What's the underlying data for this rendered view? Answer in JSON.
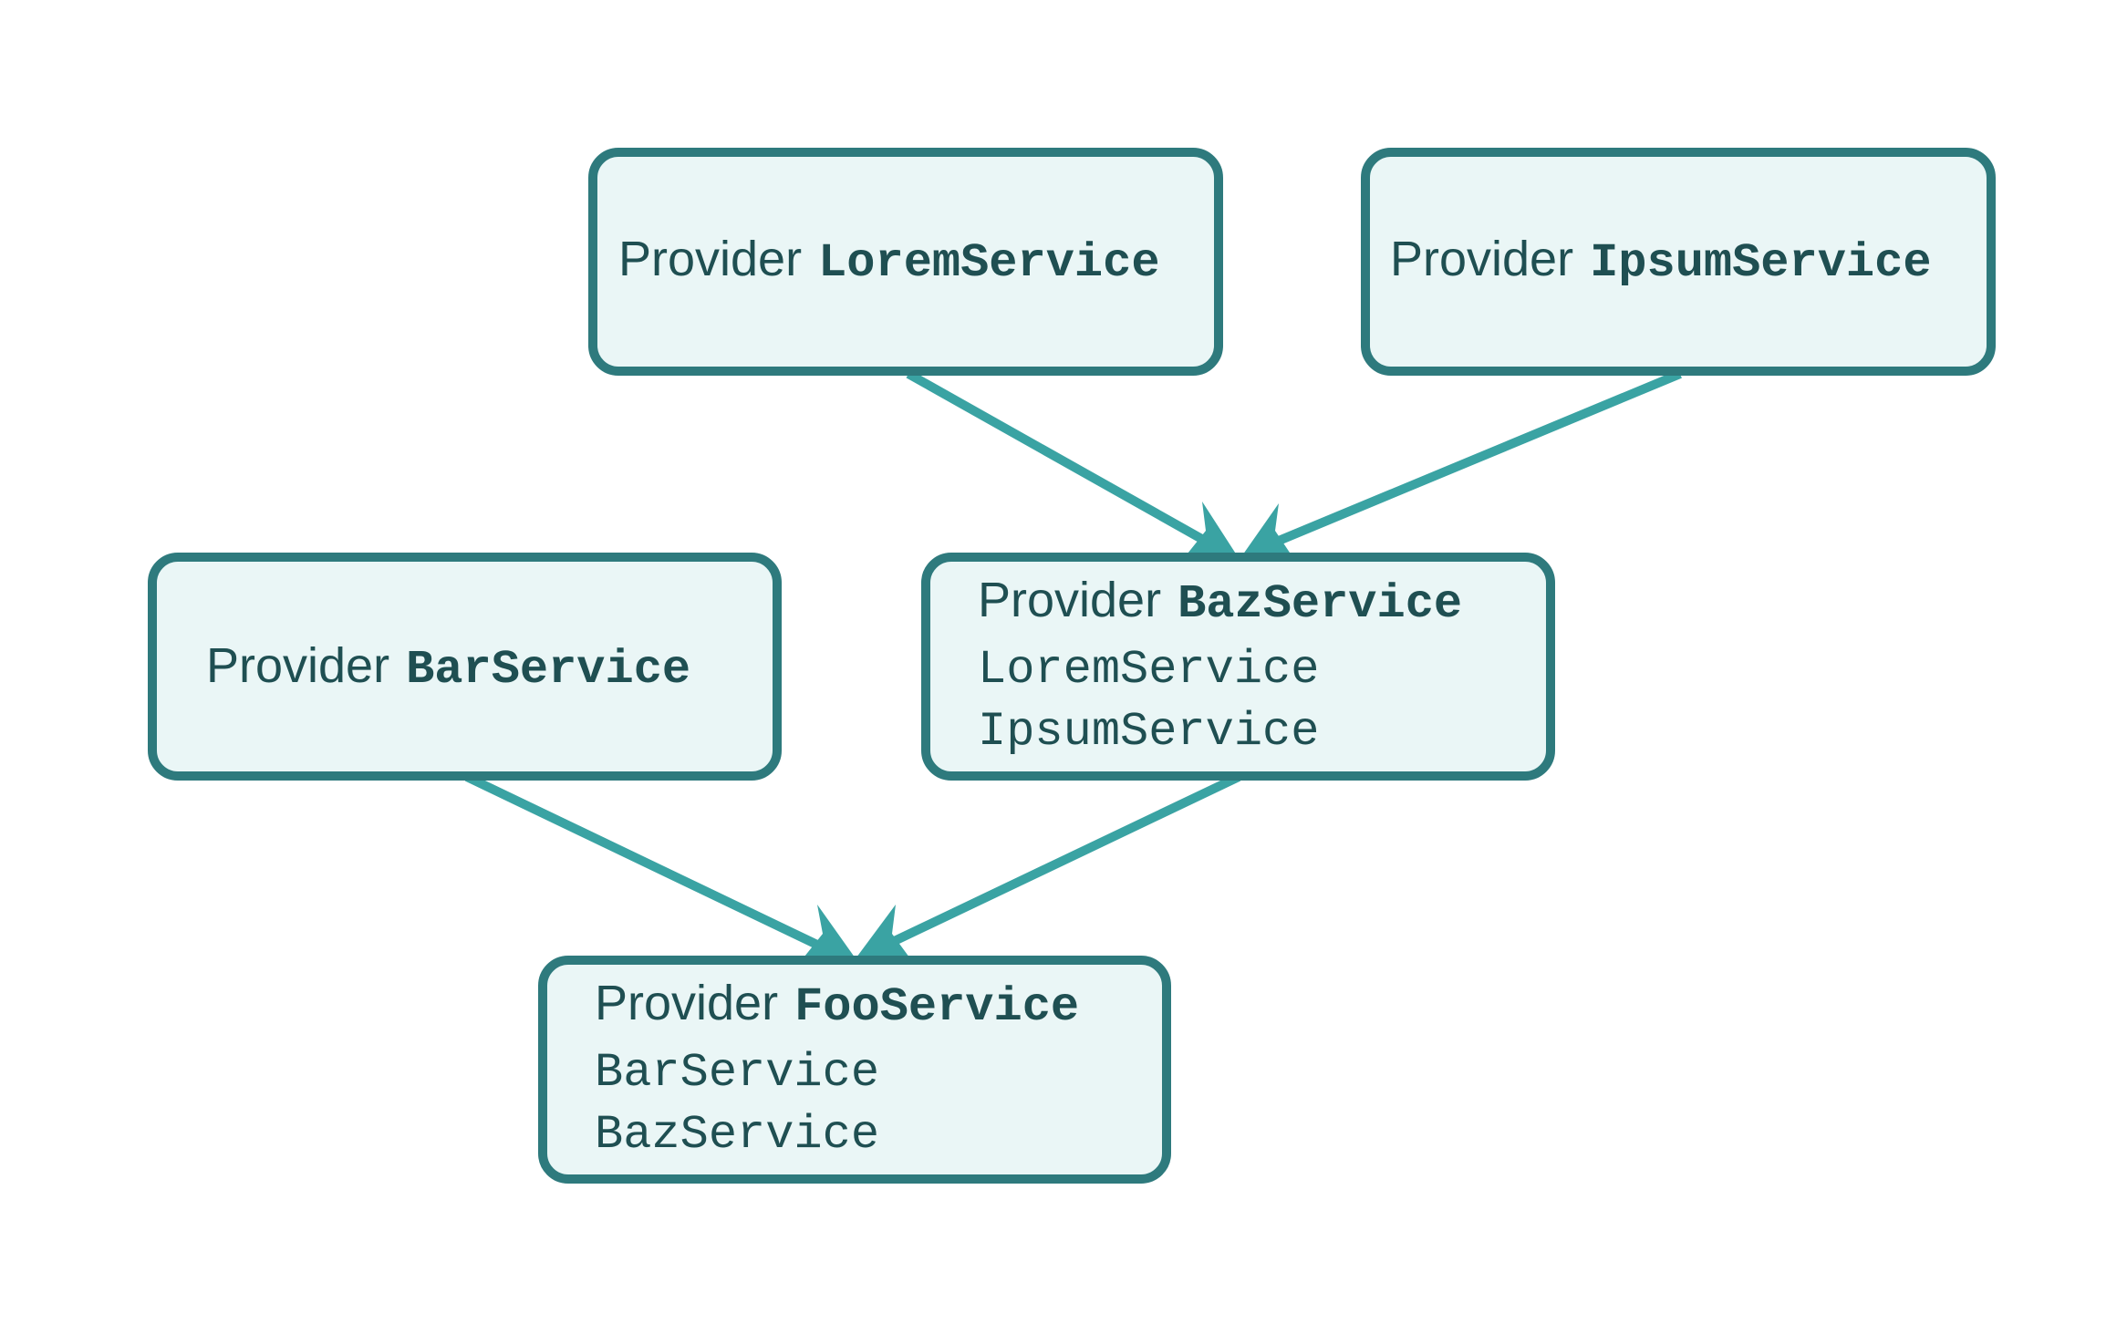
{
  "colors": {
    "node_fill": "#eaf6f6",
    "node_border": "#2e7a7d",
    "edge": "#3aa3a3",
    "text": "#1f4f52"
  },
  "nodes": [
    {
      "id": "lorem",
      "prefix": "Provider",
      "name": "LoremService",
      "deps": []
    },
    {
      "id": "ipsum",
      "prefix": "Provider",
      "name": "IpsumService",
      "deps": []
    },
    {
      "id": "bar",
      "prefix": "Provider",
      "name": "BarService",
      "deps": []
    },
    {
      "id": "baz",
      "prefix": "Provider",
      "name": "BazService",
      "deps": [
        "LoremService",
        "IpsumService"
      ]
    },
    {
      "id": "foo",
      "prefix": "Provider",
      "name": "FooService",
      "deps": [
        "BarService",
        "BazService"
      ]
    }
  ],
  "edges": [
    {
      "from": "lorem",
      "to": "baz"
    },
    {
      "from": "ipsum",
      "to": "baz"
    },
    {
      "from": "bar",
      "to": "foo"
    },
    {
      "from": "baz",
      "to": "foo"
    }
  ]
}
